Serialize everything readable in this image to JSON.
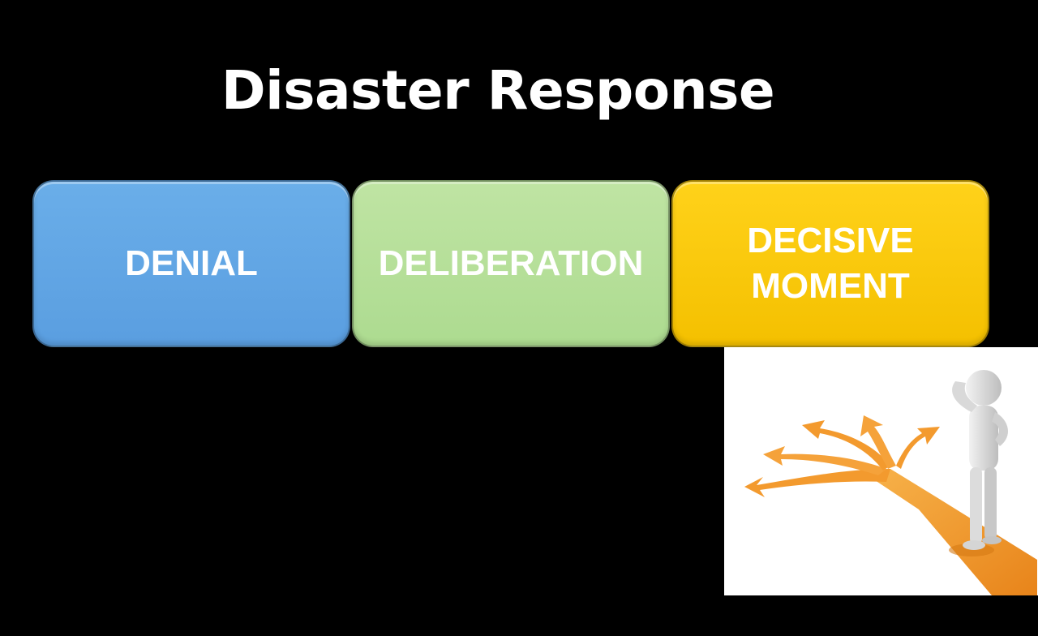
{
  "slide": {
    "title": "Disaster Response",
    "stages": [
      {
        "label": "DENIAL",
        "color": "#5fa5e5"
      },
      {
        "label": "DELIBERATION",
        "color": "#b5df99"
      },
      {
        "label": "DECISIVE MOMENT",
        "color": "#fcc90b"
      }
    ],
    "illustration": {
      "icon": "person-at-crossroads-icon",
      "path_color": "#f39a2e",
      "figure_color": "#e6e6e6"
    }
  }
}
